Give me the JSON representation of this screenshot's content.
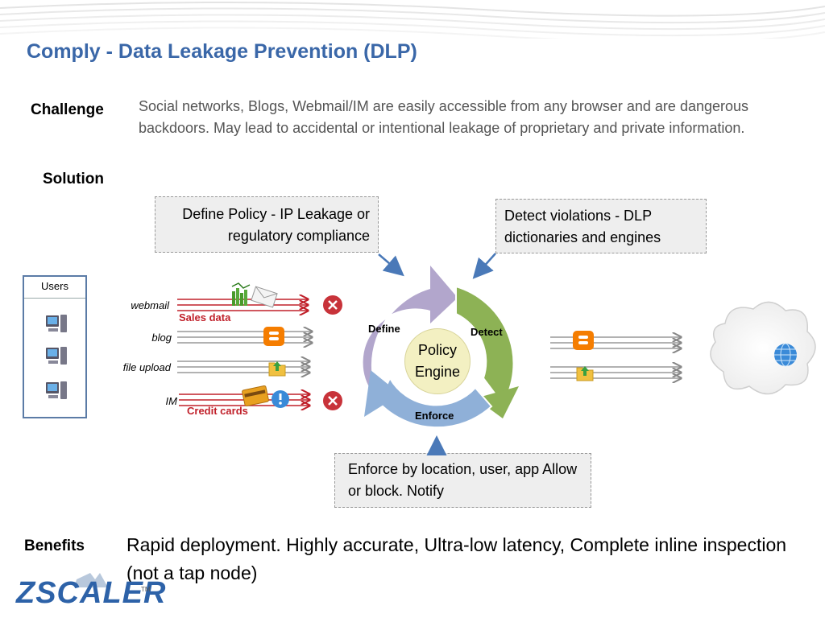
{
  "title": "Comply -  Data Leakage Prevention (DLP)",
  "challenge": {
    "label": "Challenge",
    "text": "Social networks, Blogs, Webmail/IM are easily accessible from any browser and are dangerous backdoors. May lead to accidental or intentional leakage of proprietary and private information."
  },
  "solution": {
    "label": "Solution"
  },
  "callouts": {
    "define": "Define Policy - IP Leakage or regulatory compliance",
    "detect": "Detect violations -  DLP dictionaries and engines",
    "enforce": "Enforce by location, user, app Allow or block. Notify"
  },
  "users": {
    "label": "Users"
  },
  "flows": {
    "webmail": "webmail",
    "blog": "blog",
    "file_upload": "file  upload",
    "im": "IM",
    "sales_data": "Sales data",
    "credit_cards": "Credit cards"
  },
  "cycle": {
    "define": "Define",
    "detect": "Detect",
    "enforce": "Enforce",
    "center": "Policy Engine"
  },
  "benefits": {
    "label": "Benefits",
    "text": " Rapid deployment.  Highly accurate, Ultra-low latency, Complete inline inspection (not a tap node)"
  },
  "logo": {
    "text": "ZSCALER",
    "tm": "TM"
  },
  "colors": {
    "title": "#3a67a8",
    "define_segment": "#b2a6cc",
    "detect_segment": "#8db255",
    "enforce_segment": "#8fb0d8",
    "block": "#c0202a",
    "flow_line": "#999999",
    "blogger": "#f57d00"
  },
  "icons": [
    "computer-icon",
    "chart-envelope-icon",
    "blogger-icon",
    "folder-upload-icon",
    "credit-card-icon",
    "info-icon",
    "block-icon",
    "globe-icon",
    "cloud-icon"
  ]
}
